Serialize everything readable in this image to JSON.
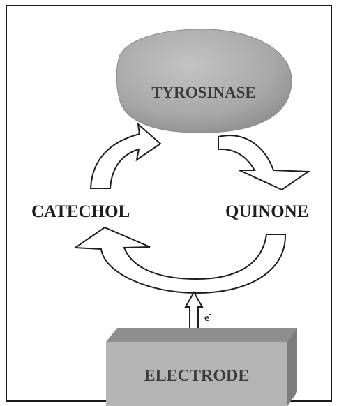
{
  "diagram": {
    "enzyme_label": "TYROSINASE",
    "substrate_label": "CATECHOL",
    "product_label": "QUINONE",
    "electron_label": "e",
    "electron_charge": "-",
    "electrode_label": "ELECTRODE"
  },
  "colors": {
    "enzyme_fill": "#a9a9a9",
    "electrode_front": "#b4b4b4",
    "electrode_top": "#8e8e8e",
    "electrode_side": "#7c7c7c",
    "text_dark": "#1e1e1e",
    "text_grey": "#3a3a3a",
    "frame": "#1a1a1a"
  }
}
